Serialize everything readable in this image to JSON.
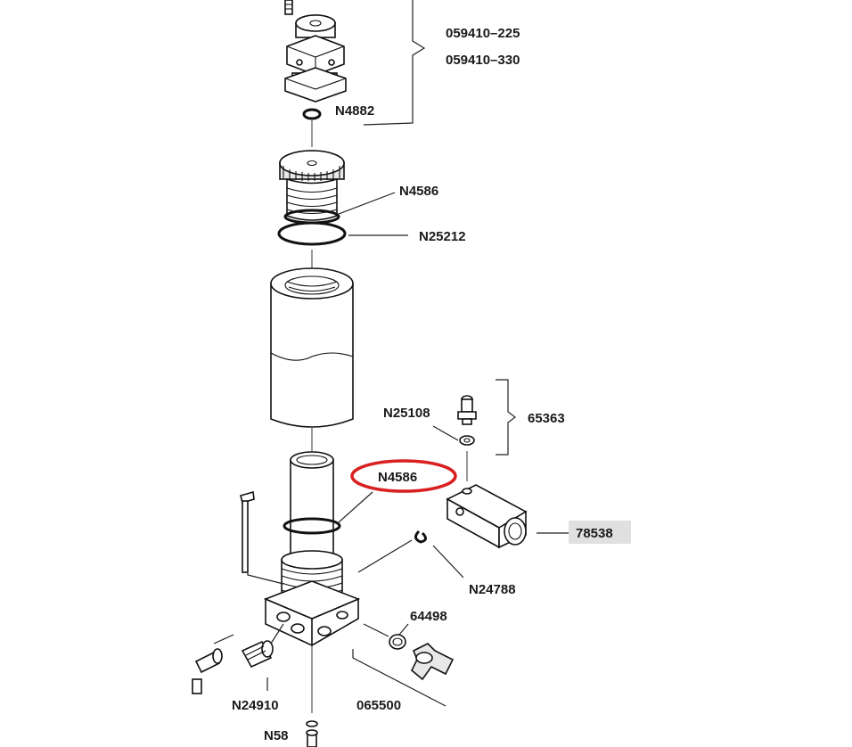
{
  "labels": {
    "kit_a": "059410–225",
    "kit_b": "059410–330",
    "washer_top": "N4882",
    "oring_small_top": "N4586",
    "oring_large_top": "N25212",
    "grease_washer": "N25108",
    "grease_group": "65363",
    "oring_highlighted": "N4586",
    "side_block": "78538",
    "retaining_ring": "N24788",
    "small_plug": "64498",
    "fitting_left": "N24910",
    "bottom_assembly": "065500",
    "bottom_screw": "N58"
  },
  "colors": {
    "highlight_ellipse": "#d92020",
    "label_box": "#e0e0e0",
    "line": "#111111"
  }
}
